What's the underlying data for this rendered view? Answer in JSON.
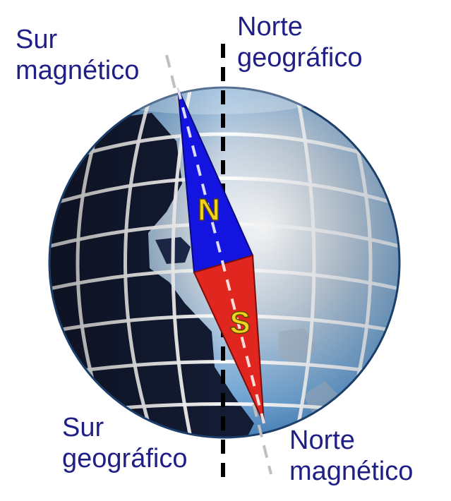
{
  "labels": {
    "magnetic_south": {
      "line1": "Sur",
      "line2": "magnético"
    },
    "geographic_north": {
      "line1": "Norte",
      "line2": "geográfico"
    },
    "geographic_south": {
      "line1": "Sur",
      "line2": "geográfico"
    },
    "magnetic_north": {
      "line1": "Norte",
      "line2": "magnético"
    }
  },
  "compass": {
    "north_letter": "N",
    "south_letter": "S"
  },
  "colors": {
    "label_text": "#1f1f86",
    "needle_north": "#1414e0",
    "needle_south": "#e0261e",
    "needle_letters": "#f2d21c",
    "ocean_light": "#dfe6ee",
    "ocean_blue": "#2f86d0",
    "land_dark": "#141c34",
    "grid_lines": "#ffffff",
    "geographic_axis": "#000000",
    "magnetic_axis": "#bfbfbf"
  }
}
